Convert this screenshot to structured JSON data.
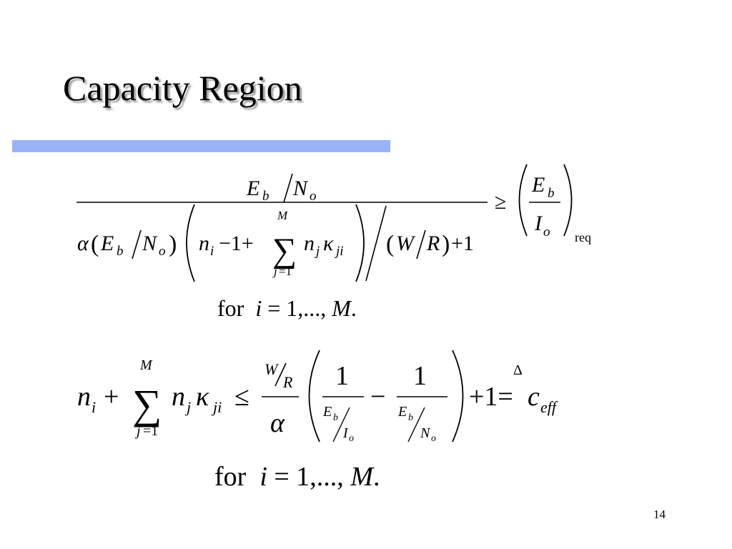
{
  "slide": {
    "title": "Capacity Region",
    "accent_color": "#99b3f5",
    "page_number": "14"
  },
  "equation_1": {
    "for_word": "for",
    "range_text": "= 1,..., ",
    "index_var": "i",
    "upper_var": "M",
    "end_period": "."
  },
  "equation_2": {
    "for_word": "for",
    "range_text": "= 1,..., ",
    "index_var": "i",
    "upper_var": "M",
    "end_period": "."
  }
}
